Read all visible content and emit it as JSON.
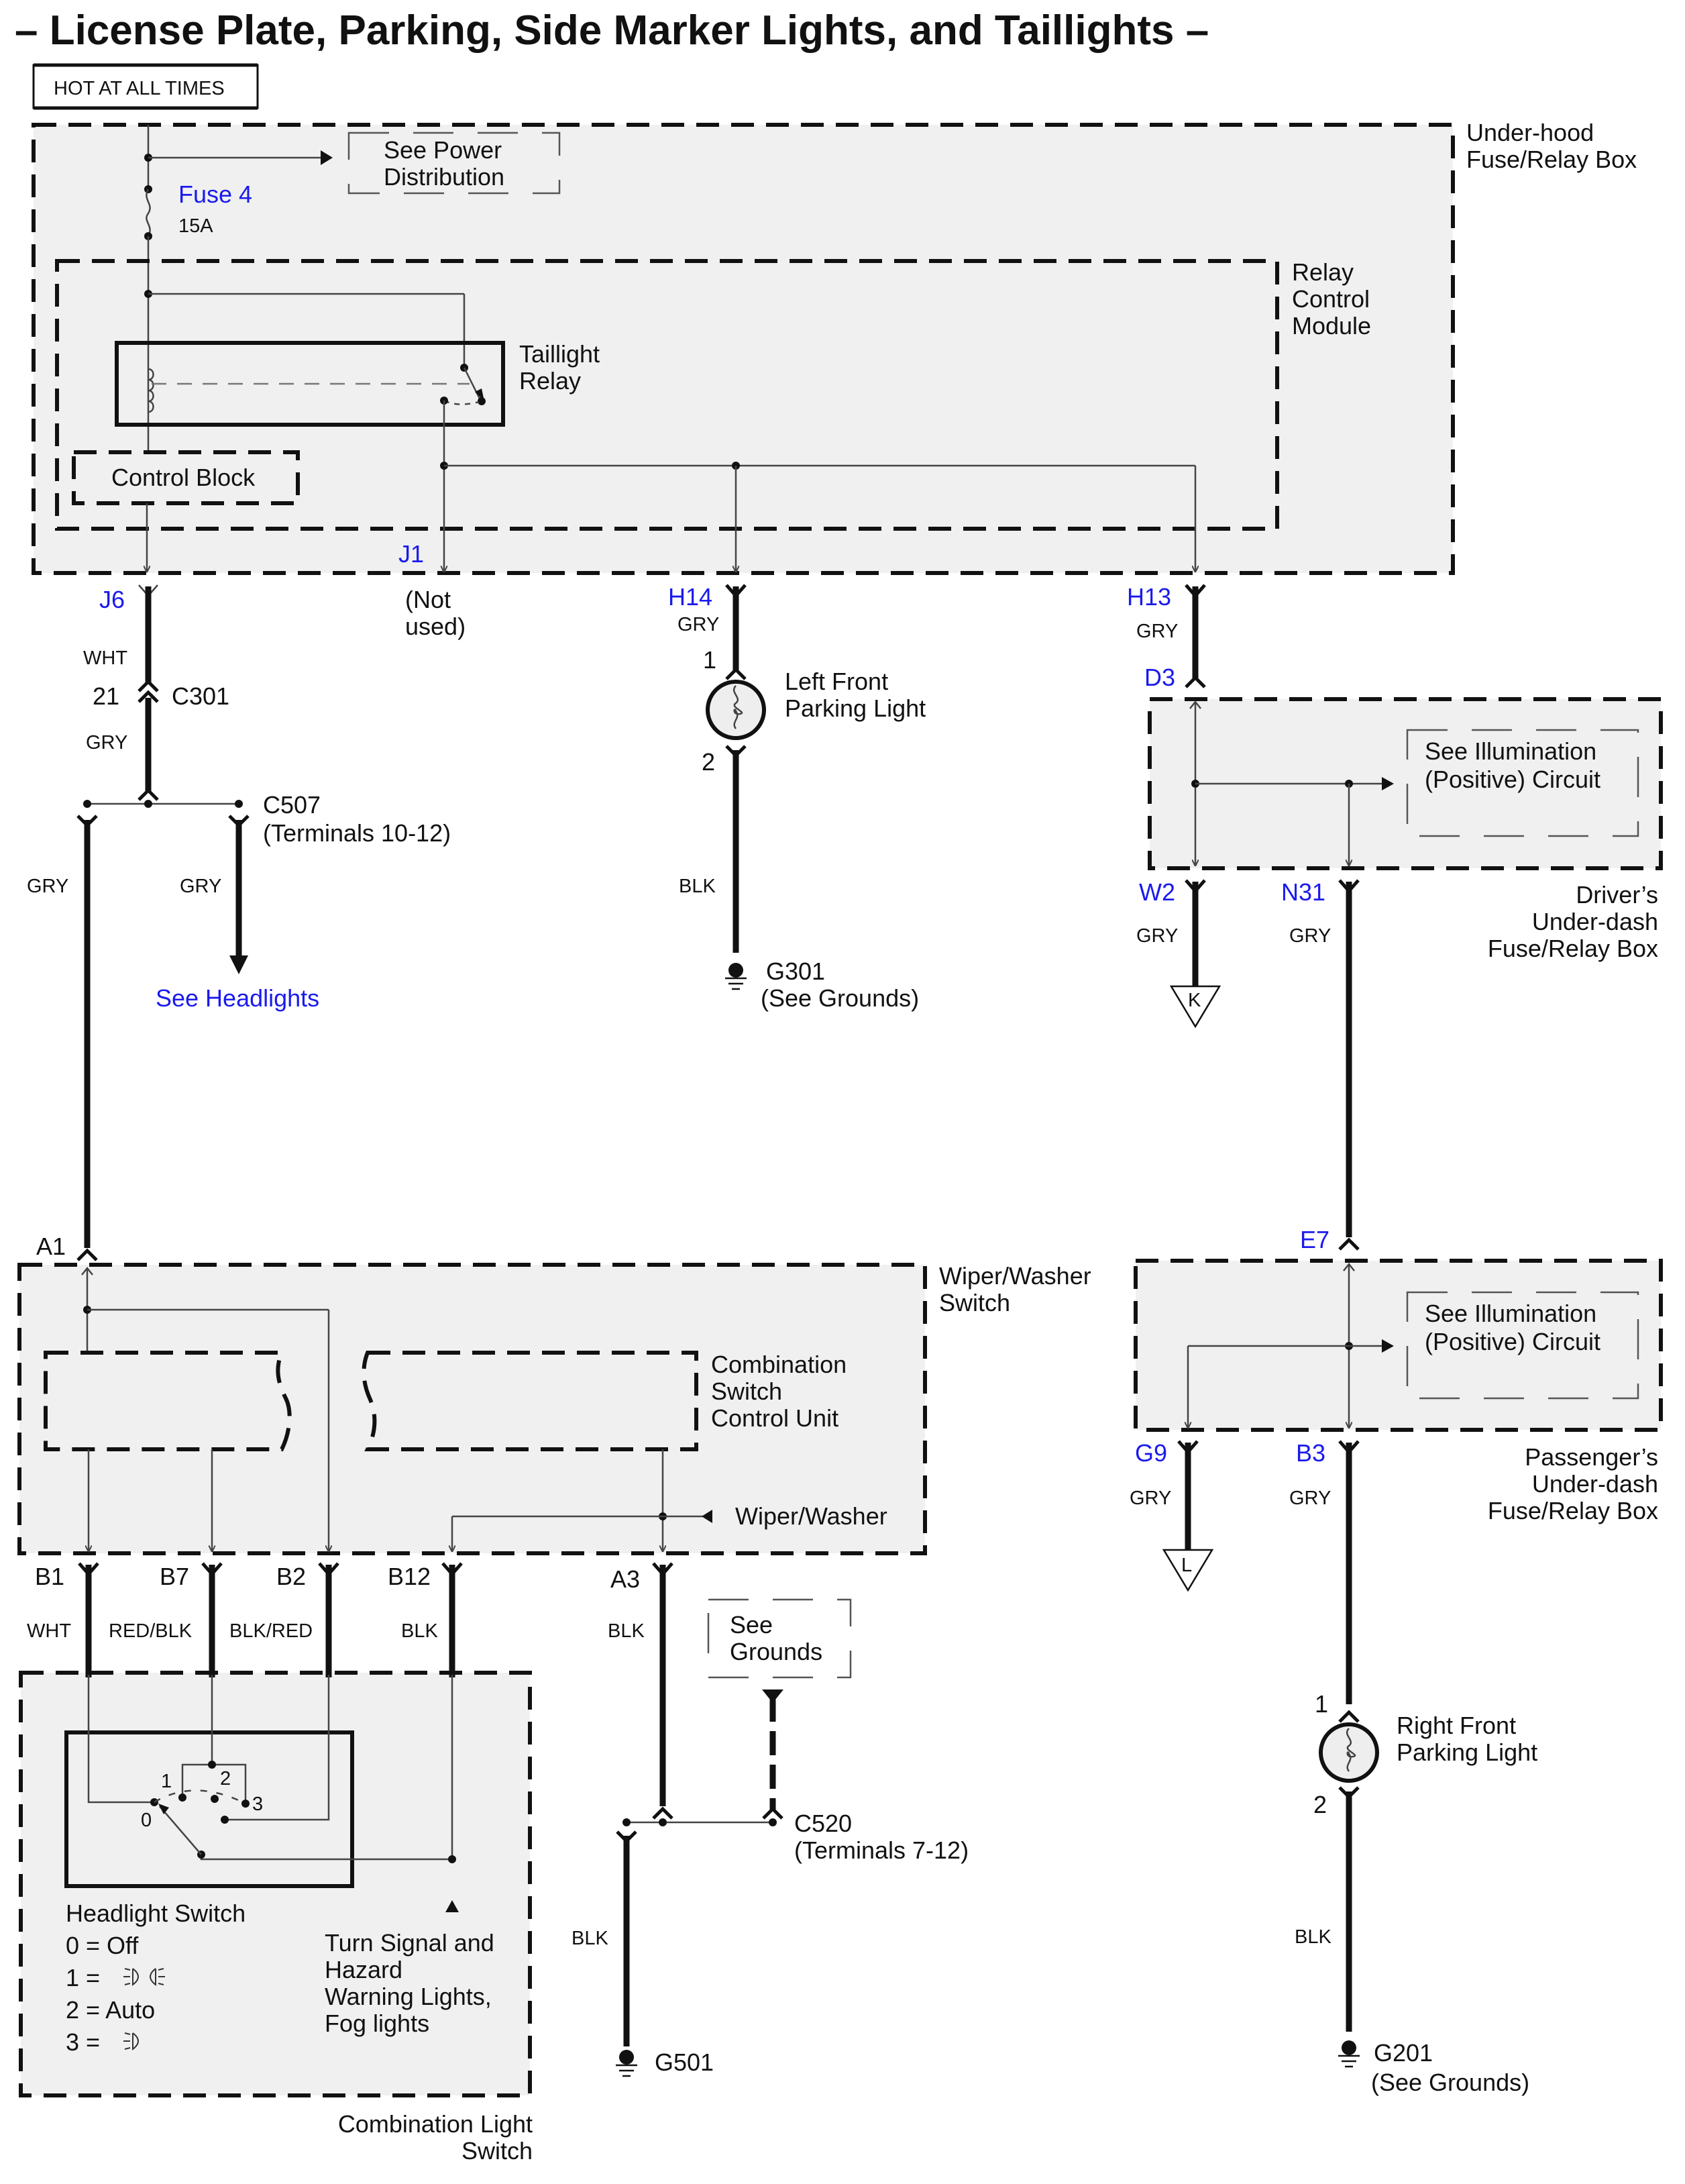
{
  "title": "– License Plate, Parking, Side Marker Lights, and Taillights –",
  "power_label": "HOT AT ALL TIMES",
  "colors": {
    "link_blue": "#1a1aee",
    "box_fill": "#f0f0f0",
    "wire": "#111111"
  },
  "underhood_box": {
    "label_line1": "Under-hood",
    "label_line2": "Fuse/Relay Box",
    "see_power_line1": "See Power",
    "see_power_line2": "Distribution",
    "fuse_label": "Fuse 4",
    "fuse_rating": "15A",
    "relay_module_line1": "Relay",
    "relay_module_line2": "Control",
    "relay_module_line3": "Module",
    "relay_label_line1": "Taillight",
    "relay_label_line2": "Relay",
    "control_block": "Control Block",
    "terminals": {
      "J1": "J1",
      "J6": "J6",
      "H14": "H14",
      "H13": "H13"
    },
    "not_used_line1": "(Not",
    "not_used_line2": "used)"
  },
  "left_branch": {
    "wire_wht": "WHT",
    "c301_pin": "21",
    "c301": "C301",
    "wire_gry1": "GRY",
    "c507": "C507",
    "c507_terms": "(Terminals 10-12)",
    "wire_gry_left": "GRY",
    "wire_gry_right": "GRY",
    "see_headlights": "See Headlights"
  },
  "left_parking": {
    "wire_gry": "GRY",
    "pin1": "1",
    "pin2": "2",
    "label_line1": "Left Front",
    "label_line2": "Parking Light",
    "wire_blk": "BLK",
    "ground": "G301",
    "ground_note": "(See Grounds)"
  },
  "driver_box": {
    "d3": "D3",
    "wire_gry_in": "GRY",
    "see_illum_line1": "See Illumination",
    "see_illum_line2": "(Positive) Circuit",
    "w2": "W2",
    "n31": "N31",
    "wire_gry_w2": "GRY",
    "wire_gry_n31": "GRY",
    "offpage_k": "K",
    "label_line1": "Driver’s",
    "label_line2": "Under-dash",
    "label_line3": "Fuse/Relay Box"
  },
  "passenger_box": {
    "e7": "E7",
    "see_illum_line1": "See Illumination",
    "see_illum_line2": "(Positive) Circuit",
    "g9": "G9",
    "b3": "B3",
    "wire_gry_g9": "GRY",
    "wire_gry_b3": "GRY",
    "offpage_l": "L",
    "label_line1": "Passenger’s",
    "label_line2": "Under-dash",
    "label_line3": "Fuse/Relay Box"
  },
  "right_parking": {
    "pin1": "1",
    "pin2": "2",
    "label_line1": "Right Front",
    "label_line2": "Parking Light",
    "wire_blk": "BLK",
    "ground": "G201",
    "ground_note": "(See Grounds)"
  },
  "wiper_switch": {
    "a1": "A1",
    "label_line1": "Wiper/Washer",
    "label_line2": "Switch",
    "csu_line1": "Combination",
    "csu_line2": "Switch",
    "csu_line3": "Control Unit",
    "wiper_washer": "Wiper/Washer",
    "pins": [
      {
        "pin": "B1",
        "wire": "WHT"
      },
      {
        "pin": "B7",
        "wire": "RED/BLK"
      },
      {
        "pin": "B2",
        "wire": "BLK/RED"
      },
      {
        "pin": "B12",
        "wire": "BLK"
      },
      {
        "pin": "A3",
        "wire": "BLK"
      }
    ]
  },
  "grounds_branch": {
    "see_grounds_line1": "See",
    "see_grounds_line2": "Grounds",
    "c520": "C520",
    "c520_terms": "(Terminals 7-12)",
    "wire_blk": "BLK",
    "ground": "G501"
  },
  "light_switch": {
    "headlight_switch": "Headlight Switch",
    "pos0": "0 = Off",
    "pos1": "1 =",
    "pos2": "2 = Auto",
    "pos3": "3 =",
    "sw_pos_labels": [
      "0",
      "1",
      "2",
      "3"
    ],
    "turn_line1": "Turn Signal and",
    "turn_line2": "Hazard",
    "turn_line3": "Warning Lights,",
    "turn_line4": "Fog lights",
    "label_line1": "Combination Light",
    "label_line2": "Switch"
  }
}
